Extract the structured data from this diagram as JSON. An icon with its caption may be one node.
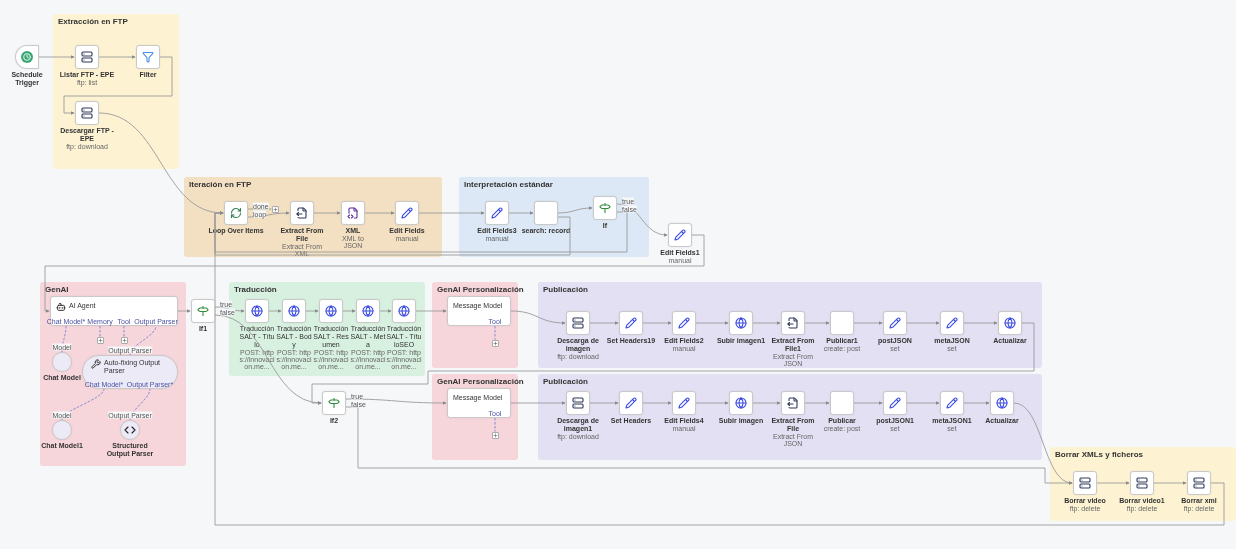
{
  "diagram": {
    "nodes": [
      {
        "text": [
          "Extracción en FTP"
        ]
      },
      {
        "text": [
          "Schedule Trigger"
        ]
      },
      {
        "text": [
          "Listar FTP - EPE",
          "ftp: list"
        ],
        "in": 0
      },
      {
        "text": [
          "Filter"
        ],
        "in": 0
      },
      {
        "text": [
          "Descargar FTP - EPE",
          "ftp: download"
        ],
        "in": 0
      },
      {
        "text": [
          "Iteración en FTP"
        ]
      },
      {
        "text": [
          "Loop Over Items"
        ],
        "in": 5
      },
      {
        "text": [
          "Extract From File",
          "Extract From XML"
        ],
        "in": 5
      },
      {
        "text": [
          "XML",
          "XML to JSON"
        ],
        "in": 5
      },
      {
        "text": [
          "Edit Fields",
          "manual"
        ],
        "in": 5
      },
      {
        "text": [
          "Interpretación estándar"
        ]
      },
      {
        "text": [
          "Edit Fields3",
          "manual"
        ],
        "in": 10
      },
      {
        "text": [
          "search: record"
        ],
        "in": 10
      },
      {
        "text": [
          "If"
        ],
        "in": 10
      },
      {
        "text": [
          "Edit Fields1",
          "manual"
        ]
      },
      {
        "text": [
          "GenAI"
        ]
      },
      {
        "text": [
          "AI Agent"
        ],
        "in": 15
      },
      {
        "text": [
          "Chat Model"
        ],
        "in": 15
      },
      {
        "text": [
          "Auto-fixing Output Parser"
        ],
        "in": 15
      },
      {
        "text": [
          "Chat Model1"
        ],
        "in": 15
      },
      {
        "text": [
          "Structured Output Parser"
        ],
        "in": 15
      },
      {
        "text": [
          "If1"
        ]
      },
      {
        "text": [
          "Traducción"
        ]
      },
      {
        "text": [
          "Traducción SALT - Título",
          "POST: https://innovacion.me..."
        ],
        "in": 22
      },
      {
        "text": [
          "Traducción SALT - Body",
          "POST: https://innovacion.me..."
        ],
        "in": 22
      },
      {
        "text": [
          "Traducción SALT - Resumen",
          "POST: https://innovacion.me..."
        ],
        "in": 22
      },
      {
        "text": [
          "Traducción SALT - Meta",
          "POST: https://innovacion.me..."
        ],
        "in": 22
      },
      {
        "text": [
          "Traducción SALT - TítuloSEO",
          "POST: https://innovacion.me..."
        ],
        "in": 22
      },
      {
        "text": [
          "GenAI Personalización"
        ]
      },
      {
        "text": [
          "Message Model"
        ],
        "in": 28
      },
      {
        "text": [
          "Publicación"
        ]
      },
      {
        "text": [
          "Descarga de imagen",
          "ftp: download"
        ],
        "in": 30
      },
      {
        "text": [
          "Set Headers19"
        ],
        "in": 30
      },
      {
        "text": [
          "Edit Fields2",
          "manual"
        ],
        "in": 30
      },
      {
        "text": [
          "Subir imagen1"
        ],
        "in": 30
      },
      {
        "text": [
          "Extract From File1",
          "Extract From JSON"
        ],
        "in": 30
      },
      {
        "text": [
          "Publicar1",
          "create: post"
        ],
        "in": 30
      },
      {
        "text": [
          "postJSON",
          "set"
        ],
        "in": 30
      },
      {
        "text": [
          "metaJSON",
          "set"
        ],
        "in": 30
      },
      {
        "text": [
          "Actualizar"
        ],
        "in": 30
      },
      {
        "text": [
          "If2"
        ]
      },
      {
        "text": [
          "GenAI Personalización"
        ]
      },
      {
        "text": [
          "Message Model"
        ],
        "in": 41
      },
      {
        "text": [
          "Publicación"
        ]
      },
      {
        "text": [
          "Descarga de imagen1",
          "ftp: download"
        ],
        "in": 43
      },
      {
        "text": [
          "Set Headers"
        ],
        "in": 43
      },
      {
        "text": [
          "Edit Fields4",
          "manual"
        ],
        "in": 43
      },
      {
        "text": [
          "Subir imagen"
        ],
        "in": 43
      },
      {
        "text": [
          "Extract From File",
          "Extract From JSON"
        ],
        "in": 43
      },
      {
        "text": [
          "Publicar",
          "create: post"
        ],
        "in": 43
      },
      {
        "text": [
          "postJSON1",
          "set"
        ],
        "in": 43
      },
      {
        "text": [
          "metaJSON1",
          "set"
        ],
        "in": 43
      },
      {
        "text": [
          "Actualizar"
        ],
        "in": 43
      },
      {
        "text": [
          "Borrar XMLs y ficheros"
        ]
      },
      {
        "text": [
          "Borrar video",
          "ftp: delete"
        ],
        "in": 53
      },
      {
        "text": [
          "Borrar video1",
          "ftp: delete"
        ],
        "in": 53
      },
      {
        "text": [
          "Borrar xml",
          "ftp: delete"
        ],
        "in": 53
      },
      {
        "text": [],
        "shape": "box",
        "in": 5
      },
      {
        "text": [],
        "shape": "box",
        "in": 15
      },
      {
        "text": [],
        "shape": "box",
        "in": 15
      },
      {
        "text": [],
        "shape": "box",
        "in": 28
      },
      {
        "text": [],
        "shape": "box",
        "in": 41
      }
    ],
    "edges": [
      {
        "from": 1,
        "to": 2,
        "arrow": "to"
      },
      {
        "from": 2,
        "to": 3,
        "arrow": "to"
      },
      {
        "from": 3,
        "to": 4,
        "arrow": "to"
      },
      {
        "from": 4,
        "to": 6,
        "arrow": "to"
      },
      {
        "from": 6,
        "to": 7,
        "arrow": "to",
        "label": "loop"
      },
      {
        "from": 7,
        "to": 8,
        "arrow": "to"
      },
      {
        "from": 8,
        "to": 9,
        "arrow": "to"
      },
      {
        "from": 9,
        "to": 11,
        "arrow": "to"
      },
      {
        "from": 11,
        "to": 12,
        "arrow": "to"
      },
      {
        "from": 12,
        "to": 13,
        "arrow": "to"
      },
      {
        "from": 13,
        "to": 14,
        "arrow": "to",
        "label": "true"
      },
      {
        "from": 13,
        "to": 6,
        "arrow": "to",
        "label": "false"
      },
      {
        "from": 12,
        "to": 6,
        "arrow": "to"
      },
      {
        "from": 14,
        "to": 16,
        "arrow": "to"
      },
      {
        "from": 16,
        "to": 21,
        "arrow": "to"
      },
      {
        "from": 17,
        "to": 16,
        "arrow": "none",
        "label": "Model",
        "style": "dashed",
        "color": "#7b7fd0"
      },
      {
        "from": 18,
        "to": 16,
        "arrow": "none",
        "label": "Output Parser",
        "style": "dashed",
        "color": "#7b7fd0"
      },
      {
        "from": 19,
        "to": 18,
        "arrow": "none",
        "label": "Model",
        "style": "dashed",
        "color": "#7b7fd0"
      },
      {
        "from": 20,
        "to": 18,
        "arrow": "none",
        "label": "Output Parser",
        "style": "dashed",
        "color": "#7b7fd0"
      },
      {
        "from": 21,
        "to": 23,
        "arrow": "to",
        "label": "true"
      },
      {
        "from": 21,
        "to": 40,
        "arrow": "to",
        "label": "false"
      },
      {
        "from": 23,
        "to": 24,
        "arrow": "to"
      },
      {
        "from": 24,
        "to": 25,
        "arrow": "to"
      },
      {
        "from": 25,
        "to": 26,
        "arrow": "to"
      },
      {
        "from": 26,
        "to": 27,
        "arrow": "to"
      },
      {
        "from": 27,
        "to": 29,
        "arrow": "to"
      },
      {
        "from": 29,
        "to": 31,
        "arrow": "to"
      },
      {
        "from": 31,
        "to": 32,
        "arrow": "to"
      },
      {
        "from": 32,
        "to": 33,
        "arrow": "to"
      },
      {
        "from": 33,
        "to": 34,
        "arrow": "to"
      },
      {
        "from": 34,
        "to": 35,
        "arrow": "to"
      },
      {
        "from": 35,
        "to": 36,
        "arrow": "to"
      },
      {
        "from": 36,
        "to": 37,
        "arrow": "to"
      },
      {
        "from": 37,
        "to": 38,
        "arrow": "to"
      },
      {
        "from": 38,
        "to": 39,
        "arrow": "to"
      },
      {
        "from": 39,
        "to": 40,
        "arrow": "to"
      },
      {
        "from": 40,
        "to": 42,
        "arrow": "to",
        "label": "true"
      },
      {
        "from": 40,
        "to": 54,
        "arrow": "to",
        "label": "false"
      },
      {
        "from": 42,
        "to": 44,
        "arrow": "to"
      },
      {
        "from": 44,
        "to": 45,
        "arrow": "to"
      },
      {
        "from": 45,
        "to": 46,
        "arrow": "to"
      },
      {
        "from": 46,
        "to": 47,
        "arrow": "to"
      },
      {
        "from": 47,
        "to": 48,
        "arrow": "to"
      },
      {
        "from": 48,
        "to": 49,
        "arrow": "to"
      },
      {
        "from": 49,
        "to": 50,
        "arrow": "to"
      },
      {
        "from": 50,
        "to": 51,
        "arrow": "to"
      },
      {
        "from": 51,
        "to": 52,
        "arrow": "to"
      },
      {
        "from": 52,
        "to": 54,
        "arrow": "to"
      },
      {
        "from": 54,
        "to": 55,
        "arrow": "to"
      },
      {
        "from": 55,
        "to": 56,
        "arrow": "to"
      },
      {
        "from": 56,
        "to": 6,
        "arrow": "to"
      },
      {
        "from": 6,
        "to": 57,
        "arrow": "none",
        "label": "done"
      },
      {
        "from": 16,
        "to": 58,
        "arrow": "none",
        "style": "dashed",
        "color": "#7b7fd0"
      },
      {
        "from": 16,
        "to": 59,
        "arrow": "none",
        "style": "dashed",
        "color": "#7b7fd0"
      },
      {
        "from": 29,
        "to": 60,
        "arrow": "none",
        "style": "dashed",
        "color": "#7b7fd0"
      },
      {
        "from": 42,
        "to": 61,
        "arrow": "none",
        "style": "dashed",
        "color": "#7b7fd0"
      }
    ],
    "labels": [
      "Chat Model*",
      "Memory",
      "Tool",
      "Output Parser",
      "Chat Model*",
      "Output Parser*",
      "Tool",
      "Tool"
    ]
  }
}
